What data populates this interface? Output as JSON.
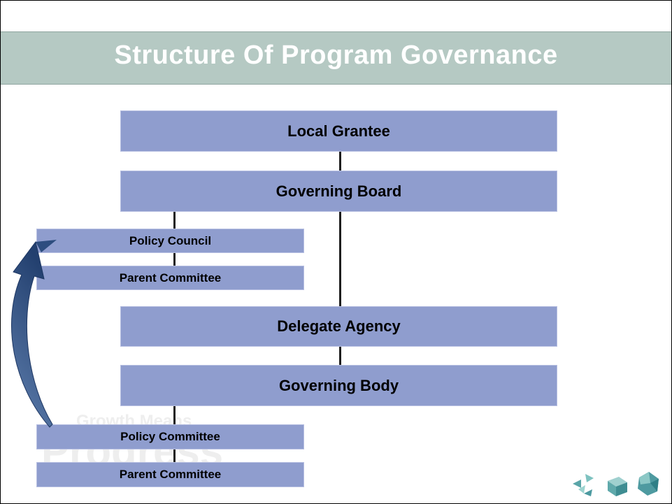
{
  "title": "Structure Of Program Governance",
  "boxes": {
    "local_grantee": "Local Grantee",
    "governing_board": "Governing Board",
    "policy_council": "Policy Council",
    "parent_committee_1": "Parent Committee",
    "delegate_agency": "Delegate Agency",
    "governing_body": "Governing Body",
    "policy_committee": "Policy Committee",
    "parent_committee_2": "Parent Committee"
  },
  "watermark": {
    "line1": "Growth Means",
    "line2": "Progress"
  },
  "colors": {
    "title_band": "#b5c9c3",
    "box_fill": "#8f9dce",
    "arrow": "#2d4d7f"
  },
  "icons": [
    "arrows-logo-icon",
    "cube-logo-icon",
    "gem-logo-icon"
  ]
}
